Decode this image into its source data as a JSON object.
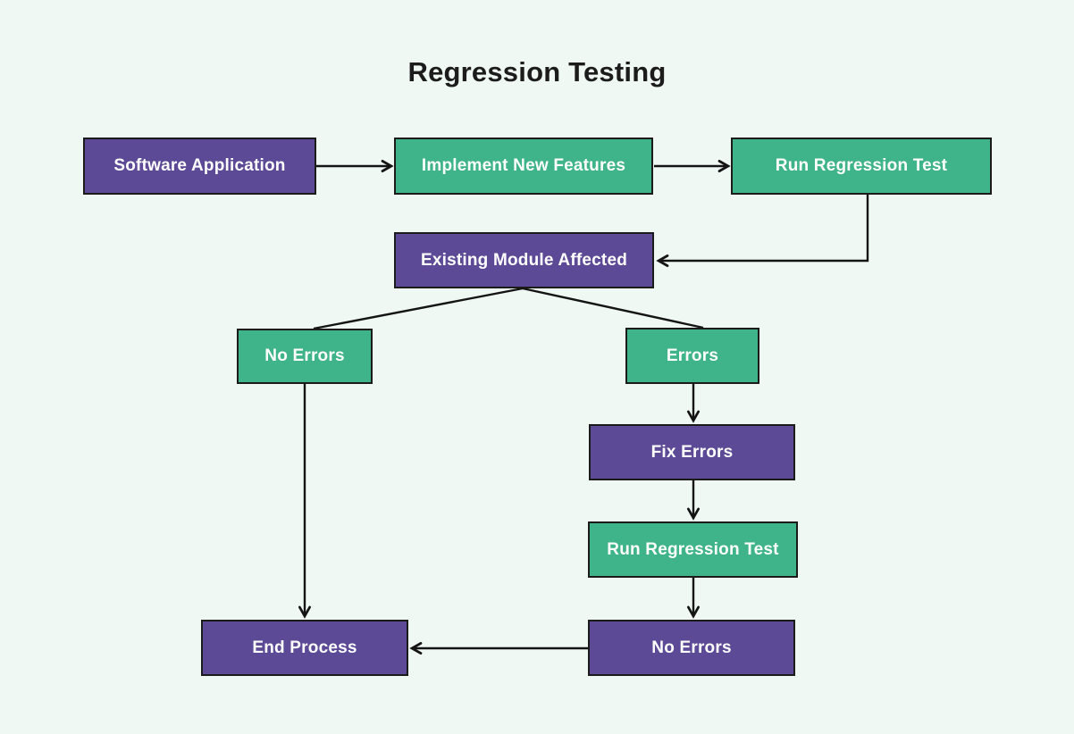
{
  "title": "Regression Testing",
  "colors": {
    "background": "#F0F8F4",
    "purple": "#5D4A96",
    "green": "#3FB389",
    "border": "#1B1B1B",
    "line": "#141414",
    "node_text": "#FFFFFF",
    "title_text": "#1C1C1C"
  },
  "nodes": [
    {
      "id": "software-application",
      "label": "Software Application",
      "variant": "purple"
    },
    {
      "id": "implement-new-features",
      "label": "Implement New Features",
      "variant": "green"
    },
    {
      "id": "run-regression-test-1",
      "label": "Run Regression Test",
      "variant": "green"
    },
    {
      "id": "existing-module-affected",
      "label": "Existing Module Affected",
      "variant": "purple"
    },
    {
      "id": "no-errors-left",
      "label": "No Errors",
      "variant": "green"
    },
    {
      "id": "errors",
      "label": "Errors",
      "variant": "green"
    },
    {
      "id": "fix-errors",
      "label": "Fix Errors",
      "variant": "purple"
    },
    {
      "id": "run-regression-test-2",
      "label": "Run Regression Test",
      "variant": "green"
    },
    {
      "id": "no-errors-right",
      "label": "No Errors",
      "variant": "purple"
    },
    {
      "id": "end-process",
      "label": "End Process",
      "variant": "purple"
    }
  ],
  "edges": [
    {
      "from": "software-application",
      "to": "implement-new-features",
      "arrow": true
    },
    {
      "from": "implement-new-features",
      "to": "run-regression-test-1",
      "arrow": true
    },
    {
      "from": "run-regression-test-1",
      "to": "existing-module-affected",
      "arrow": true
    },
    {
      "from": "existing-module-affected",
      "to": "no-errors-left",
      "arrow": false
    },
    {
      "from": "existing-module-affected",
      "to": "errors",
      "arrow": false
    },
    {
      "from": "no-errors-left",
      "to": "end-process",
      "arrow": true
    },
    {
      "from": "errors",
      "to": "fix-errors",
      "arrow": true
    },
    {
      "from": "fix-errors",
      "to": "run-regression-test-2",
      "arrow": true
    },
    {
      "from": "run-regression-test-2",
      "to": "no-errors-right",
      "arrow": true
    },
    {
      "from": "no-errors-right",
      "to": "end-process",
      "arrow": true
    }
  ]
}
